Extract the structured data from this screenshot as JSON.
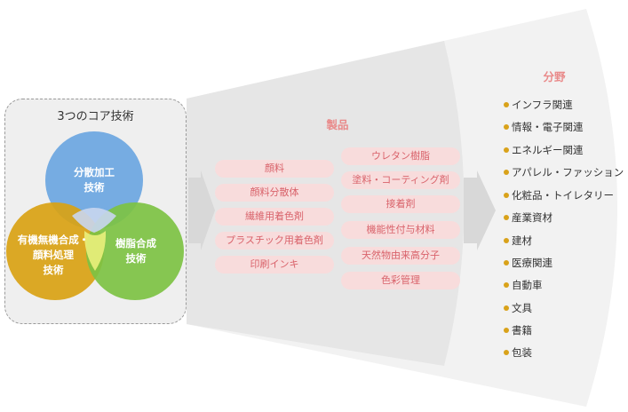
{
  "core": {
    "title": "3つのコア技術",
    "circles": [
      {
        "label": "分散加工\n技術",
        "color": "#6fa8e0"
      },
      {
        "label": "有機無機合成・\n顔料処理\n技術",
        "color": "#d9a214"
      },
      {
        "label": "樹脂合成\n技術",
        "color": "#7dc243"
      }
    ]
  },
  "products": {
    "title": "製品",
    "left": [
      "顔料",
      "顔料分散体",
      "繊維用着色剤",
      "プラスチック用着色剤",
      "印刷インキ"
    ],
    "right": [
      "ウレタン樹脂",
      "塗料・コーティング剤",
      "接着剤",
      "機能性付与材料",
      "天然物由来高分子",
      "色彩管理"
    ]
  },
  "fields": {
    "title": "分野",
    "items": [
      "インフラ関連",
      "情報・電子関連",
      "エネルギー関連",
      "アパレル・ファッション",
      "化粧品・トイレタリー",
      "産業資材",
      "建材",
      "医療関連",
      "自動車",
      "文具",
      "書籍",
      "包装"
    ]
  },
  "colors": {
    "pill_bg": "#f8dcdc",
    "pill_text": "#d9636b",
    "title_accent": "#e98a8a",
    "bullet": "#d9a21a"
  }
}
